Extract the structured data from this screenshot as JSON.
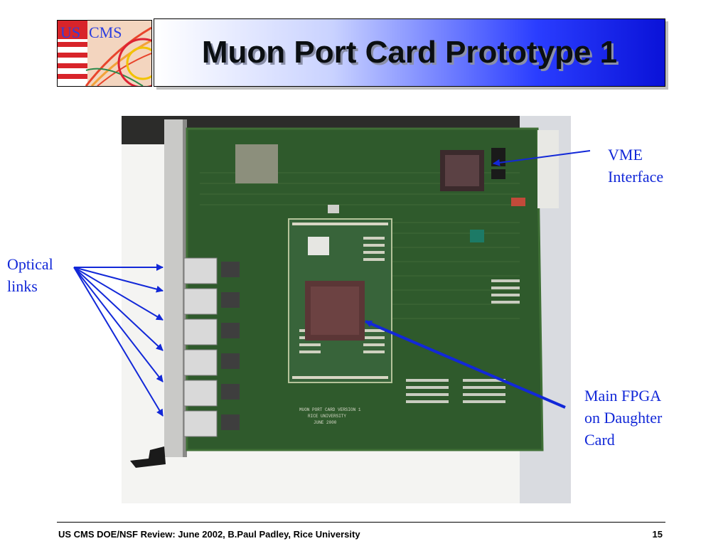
{
  "slide": {
    "title": "Muon Port Card Prototype 1",
    "logo_text_us": "US",
    "logo_text_cms": "CMS",
    "photo_label": "MUON PORT CARD VERSION 1\nRICE UNIVERSITY\nJUNE 2000"
  },
  "annotations": {
    "vme_line1": "VME",
    "vme_line2": "Interface",
    "optical_line1": "Optical",
    "optical_line2": "links",
    "fpga_line1": "Main FPGA",
    "fpga_line2": "on Daughter",
    "fpga_line3": "Card"
  },
  "footer": {
    "text": "US CMS DOE/NSF Review:  June 2002, B.Paul Padley, Rice University",
    "page": "15"
  },
  "colors": {
    "annotation": "#1228d8",
    "title_gradient_end": "#0a12d8",
    "pcb": "#2f5a2c"
  }
}
